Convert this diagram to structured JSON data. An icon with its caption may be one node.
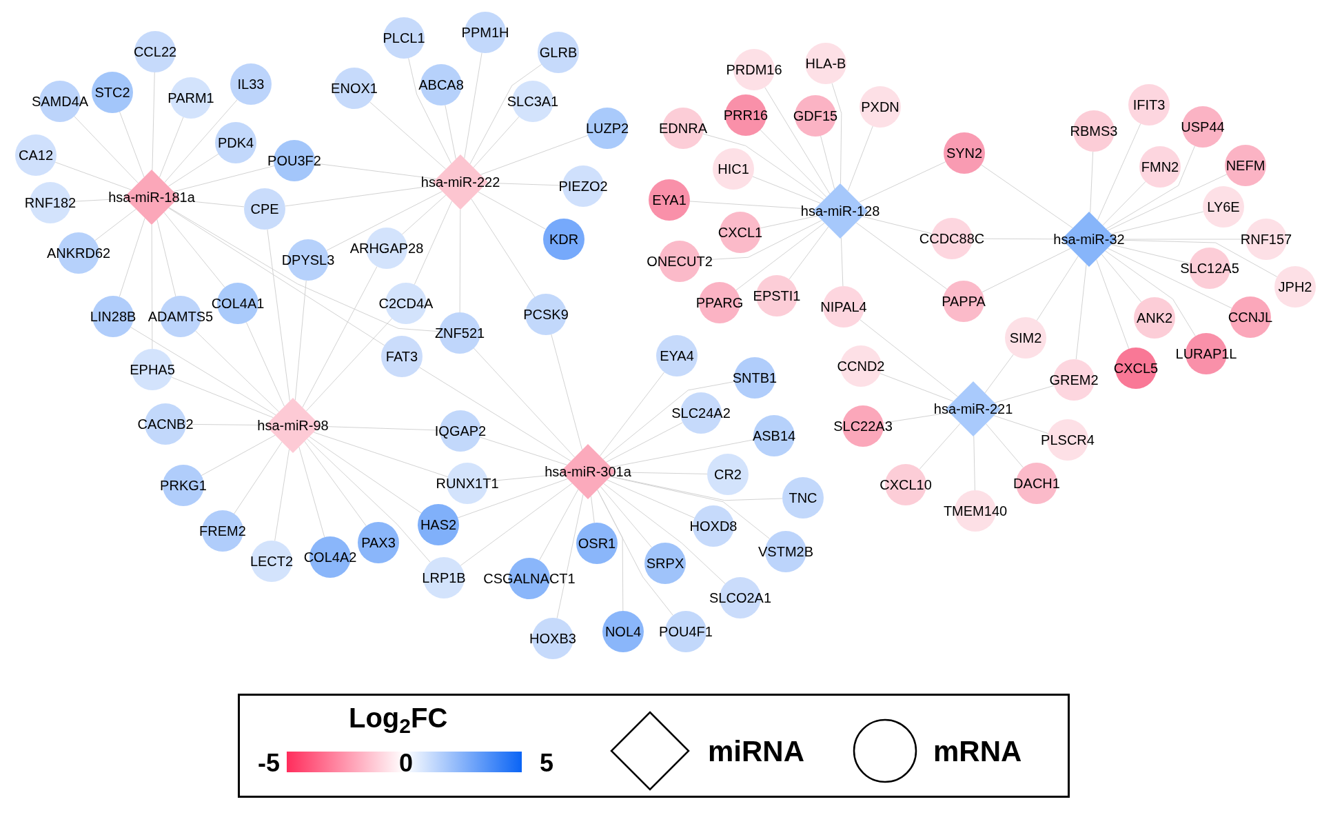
{
  "diagram": {
    "nodes": [
      {
        "text": [
          "hsa-miR-181a"
        ]
      },
      {
        "text": [
          "CCL22"
        ]
      },
      {
        "text": [
          "SAMD4A"
        ]
      },
      {
        "text": [
          "STC2"
        ]
      },
      {
        "text": [
          "PARM1"
        ]
      },
      {
        "text": [
          "IL33"
        ]
      },
      {
        "text": [
          "PDK4"
        ]
      },
      {
        "text": [
          "POU3F2"
        ]
      },
      {
        "text": [
          "CA12"
        ]
      },
      {
        "text": [
          "RNF182"
        ]
      },
      {
        "text": [
          "CPE"
        ]
      },
      {
        "text": [
          "ANKRD62"
        ]
      },
      {
        "text": [
          "LIN28B"
        ]
      },
      {
        "text": [
          "ADAMTS5"
        ]
      },
      {
        "text": [
          "COL4A1"
        ]
      },
      {
        "text": [
          "EPHA5"
        ]
      },
      {
        "text": [
          "hsa-miR-222"
        ]
      },
      {
        "text": [
          "PLCL1"
        ]
      },
      {
        "text": [
          "PPM1H"
        ]
      },
      {
        "text": [
          "ENOX1"
        ]
      },
      {
        "text": [
          "ABCA8"
        ]
      },
      {
        "text": [
          "GLRB"
        ]
      },
      {
        "text": [
          "SLC3A1"
        ]
      },
      {
        "text": [
          "LUZP2"
        ]
      },
      {
        "text": [
          "PIEZO2"
        ]
      },
      {
        "text": [
          "KDR"
        ]
      },
      {
        "text": [
          "DPYSL3"
        ]
      },
      {
        "text": [
          "ARHGAP28"
        ]
      },
      {
        "text": [
          "C2CD4A"
        ]
      },
      {
        "text": [
          "ZNF521"
        ]
      },
      {
        "text": [
          "FAT3"
        ]
      },
      {
        "text": [
          "PCSK9"
        ]
      },
      {
        "text": [
          "hsa-miR-98"
        ]
      },
      {
        "text": [
          "CACNB2"
        ]
      },
      {
        "text": [
          "PRKG1"
        ]
      },
      {
        "text": [
          "FREM2"
        ]
      },
      {
        "text": [
          "LECT2"
        ]
      },
      {
        "text": [
          "COL4A2"
        ]
      },
      {
        "text": [
          "PAX3"
        ]
      },
      {
        "text": [
          "IQGAP2"
        ]
      },
      {
        "text": [
          "RUNX1T1"
        ]
      },
      {
        "text": [
          "HAS2"
        ]
      },
      {
        "text": [
          "LRP1B"
        ]
      },
      {
        "text": [
          "hsa-miR-301a"
        ]
      },
      {
        "text": [
          "EYA4"
        ]
      },
      {
        "text": [
          "SNTB1"
        ]
      },
      {
        "text": [
          "SLC24A2"
        ]
      },
      {
        "text": [
          "ASB14"
        ]
      },
      {
        "text": [
          "CR2"
        ]
      },
      {
        "text": [
          "TNC"
        ]
      },
      {
        "text": [
          "HOXD8"
        ]
      },
      {
        "text": [
          "VSTM2B"
        ]
      },
      {
        "text": [
          "CSGALNACT1"
        ]
      },
      {
        "text": [
          "OSR1"
        ]
      },
      {
        "text": [
          "SRPX"
        ]
      },
      {
        "text": [
          "SLCO2A1"
        ]
      },
      {
        "text": [
          "HOXB3"
        ]
      },
      {
        "text": [
          "NOL4"
        ]
      },
      {
        "text": [
          "POU4F1"
        ]
      },
      {
        "text": [
          "hsa-miR-128"
        ]
      },
      {
        "text": [
          "PRDM16"
        ]
      },
      {
        "text": [
          "HLA-B"
        ]
      },
      {
        "text": [
          "PRR16"
        ]
      },
      {
        "text": [
          "GDF15"
        ]
      },
      {
        "text": [
          "PXDN"
        ]
      },
      {
        "text": [
          "EDNRA"
        ]
      },
      {
        "text": [
          "HIC1"
        ]
      },
      {
        "text": [
          "SYN2"
        ]
      },
      {
        "text": [
          "EYA1"
        ]
      },
      {
        "text": [
          "CXCL1"
        ]
      },
      {
        "text": [
          "ONECUT2"
        ]
      },
      {
        "text": [
          "CCDC88C"
        ]
      },
      {
        "text": [
          "PPARG"
        ]
      },
      {
        "text": [
          "EPSTI1"
        ]
      },
      {
        "text": [
          "NIPAL4"
        ]
      },
      {
        "text": [
          "PAPPA"
        ]
      },
      {
        "text": [
          "hsa-miR-32"
        ]
      },
      {
        "text": [
          "RBMS3"
        ]
      },
      {
        "text": [
          "IFIT3"
        ]
      },
      {
        "text": [
          "USP44"
        ]
      },
      {
        "text": [
          "FMN2"
        ]
      },
      {
        "text": [
          "NEFM"
        ]
      },
      {
        "text": [
          "LY6E"
        ]
      },
      {
        "text": [
          "RNF157"
        ]
      },
      {
        "text": [
          "SLC12A5"
        ]
      },
      {
        "text": [
          "JPH2"
        ]
      },
      {
        "text": [
          "ANK2"
        ]
      },
      {
        "text": [
          "CCNJL"
        ]
      },
      {
        "text": [
          "SIM2"
        ]
      },
      {
        "text": [
          "LURAP1L"
        ]
      },
      {
        "text": [
          "CXCL5"
        ]
      },
      {
        "text": [
          "GREM2"
        ]
      },
      {
        "text": [
          "hsa-miR-221"
        ]
      },
      {
        "text": [
          "CCND2"
        ]
      },
      {
        "text": [
          "SLC22A3"
        ]
      },
      {
        "text": [
          "PLSCR4"
        ]
      },
      {
        "text": [
          "CXCL10"
        ]
      },
      {
        "text": [
          "DACH1"
        ]
      },
      {
        "text": [
          "TMEM140"
        ]
      }
    ],
    "edges": [
      {
        "from": 0,
        "to": 1,
        "arrow": "none"
      },
      {
        "from": 0,
        "to": 2,
        "arrow": "none"
      },
      {
        "from": 0,
        "to": 3,
        "arrow": "none"
      },
      {
        "from": 0,
        "to": 4,
        "arrow": "none"
      },
      {
        "from": 0,
        "to": 5,
        "arrow": "none"
      },
      {
        "from": 0,
        "to": 6,
        "arrow": "none"
      },
      {
        "from": 0,
        "to": 7,
        "arrow": "none"
      },
      {
        "from": 0,
        "to": 8,
        "arrow": "none"
      },
      {
        "from": 0,
        "to": 9,
        "arrow": "none"
      },
      {
        "from": 0,
        "to": 10,
        "arrow": "none"
      },
      {
        "from": 0,
        "to": 11,
        "arrow": "none"
      },
      {
        "from": 0,
        "to": 12,
        "arrow": "none"
      },
      {
        "from": 0,
        "to": 13,
        "arrow": "none"
      },
      {
        "from": 0,
        "to": 14,
        "arrow": "none"
      },
      {
        "from": 0,
        "to": 15,
        "arrow": "none"
      },
      {
        "from": 0,
        "to": 30,
        "arrow": "none"
      },
      {
        "from": 0,
        "to": 29,
        "arrow": "none"
      },
      {
        "from": 16,
        "to": 17,
        "arrow": "none"
      },
      {
        "from": 16,
        "to": 18,
        "arrow": "none"
      },
      {
        "from": 16,
        "to": 19,
        "arrow": "none"
      },
      {
        "from": 16,
        "to": 20,
        "arrow": "none"
      },
      {
        "from": 16,
        "to": 21,
        "arrow": "none"
      },
      {
        "from": 16,
        "to": 22,
        "arrow": "none"
      },
      {
        "from": 16,
        "to": 23,
        "arrow": "none"
      },
      {
        "from": 16,
        "to": 24,
        "arrow": "none"
      },
      {
        "from": 16,
        "to": 25,
        "arrow": "none"
      },
      {
        "from": 16,
        "to": 31,
        "arrow": "none"
      },
      {
        "from": 16,
        "to": 29,
        "arrow": "none"
      },
      {
        "from": 16,
        "to": 28,
        "arrow": "none"
      },
      {
        "from": 16,
        "to": 27,
        "arrow": "none"
      },
      {
        "from": 16,
        "to": 26,
        "arrow": "none"
      },
      {
        "from": 16,
        "to": 10,
        "arrow": "none"
      },
      {
        "from": 16,
        "to": 7,
        "arrow": "none"
      },
      {
        "from": 32,
        "to": 12,
        "arrow": "none"
      },
      {
        "from": 32,
        "to": 13,
        "arrow": "none"
      },
      {
        "from": 32,
        "to": 14,
        "arrow": "none"
      },
      {
        "from": 32,
        "to": 15,
        "arrow": "none"
      },
      {
        "from": 32,
        "to": 10,
        "arrow": "none"
      },
      {
        "from": 32,
        "to": 26,
        "arrow": "none"
      },
      {
        "from": 32,
        "to": 27,
        "arrow": "none"
      },
      {
        "from": 32,
        "to": 28,
        "arrow": "none"
      },
      {
        "from": 32,
        "to": 33,
        "arrow": "none"
      },
      {
        "from": 32,
        "to": 34,
        "arrow": "none"
      },
      {
        "from": 32,
        "to": 35,
        "arrow": "none"
      },
      {
        "from": 32,
        "to": 36,
        "arrow": "none"
      },
      {
        "from": 32,
        "to": 37,
        "arrow": "none"
      },
      {
        "from": 32,
        "to": 38,
        "arrow": "none"
      },
      {
        "from": 32,
        "to": 39,
        "arrow": "none"
      },
      {
        "from": 32,
        "to": 40,
        "arrow": "none"
      },
      {
        "from": 32,
        "to": 41,
        "arrow": "none"
      },
      {
        "from": 32,
        "to": 42,
        "arrow": "none"
      },
      {
        "from": 43,
        "to": 31,
        "arrow": "none"
      },
      {
        "from": 43,
        "to": 29,
        "arrow": "none"
      },
      {
        "from": 43,
        "to": 30,
        "arrow": "none"
      },
      {
        "from": 43,
        "to": 39,
        "arrow": "none"
      },
      {
        "from": 43,
        "to": 40,
        "arrow": "none"
      },
      {
        "from": 43,
        "to": 41,
        "arrow": "none"
      },
      {
        "from": 43,
        "to": 42,
        "arrow": "none"
      },
      {
        "from": 43,
        "to": 52,
        "arrow": "none"
      },
      {
        "from": 43,
        "to": 56,
        "arrow": "none"
      },
      {
        "from": 43,
        "to": 53,
        "arrow": "none"
      },
      {
        "from": 43,
        "to": 57,
        "arrow": "none"
      },
      {
        "from": 43,
        "to": 54,
        "arrow": "none"
      },
      {
        "from": 43,
        "to": 58,
        "arrow": "none"
      },
      {
        "from": 43,
        "to": 55,
        "arrow": "none"
      },
      {
        "from": 43,
        "to": 50,
        "arrow": "none"
      },
      {
        "from": 43,
        "to": 51,
        "arrow": "none"
      },
      {
        "from": 43,
        "to": 49,
        "arrow": "none"
      },
      {
        "from": 43,
        "to": 48,
        "arrow": "none"
      },
      {
        "from": 43,
        "to": 47,
        "arrow": "none"
      },
      {
        "from": 43,
        "to": 46,
        "arrow": "none"
      },
      {
        "from": 43,
        "to": 45,
        "arrow": "none"
      },
      {
        "from": 43,
        "to": 44,
        "arrow": "none"
      },
      {
        "from": 59,
        "to": 60,
        "arrow": "none"
      },
      {
        "from": 59,
        "to": 61,
        "arrow": "none"
      },
      {
        "from": 59,
        "to": 62,
        "arrow": "none"
      },
      {
        "from": 59,
        "to": 63,
        "arrow": "none"
      },
      {
        "from": 59,
        "to": 64,
        "arrow": "none"
      },
      {
        "from": 59,
        "to": 65,
        "arrow": "none"
      },
      {
        "from": 59,
        "to": 66,
        "arrow": "none"
      },
      {
        "from": 59,
        "to": 68,
        "arrow": "none"
      },
      {
        "from": 59,
        "to": 69,
        "arrow": "none"
      },
      {
        "from": 59,
        "to": 70,
        "arrow": "none"
      },
      {
        "from": 59,
        "to": 72,
        "arrow": "none"
      },
      {
        "from": 59,
        "to": 73,
        "arrow": "none"
      },
      {
        "from": 59,
        "to": 74,
        "arrow": "none"
      },
      {
        "from": 59,
        "to": 67,
        "arrow": "none"
      },
      {
        "from": 59,
        "to": 71,
        "arrow": "none"
      },
      {
        "from": 59,
        "to": 75,
        "arrow": "none"
      },
      {
        "from": 76,
        "to": 67,
        "arrow": "none"
      },
      {
        "from": 76,
        "to": 71,
        "arrow": "none"
      },
      {
        "from": 76,
        "to": 75,
        "arrow": "none"
      },
      {
        "from": 76,
        "to": 77,
        "arrow": "none"
      },
      {
        "from": 76,
        "to": 78,
        "arrow": "none"
      },
      {
        "from": 76,
        "to": 79,
        "arrow": "none"
      },
      {
        "from": 76,
        "to": 80,
        "arrow": "none"
      },
      {
        "from": 76,
        "to": 81,
        "arrow": "none"
      },
      {
        "from": 76,
        "to": 82,
        "arrow": "none"
      },
      {
        "from": 76,
        "to": 83,
        "arrow": "none"
      },
      {
        "from": 76,
        "to": 84,
        "arrow": "none"
      },
      {
        "from": 76,
        "to": 85,
        "arrow": "none"
      },
      {
        "from": 76,
        "to": 87,
        "arrow": "none"
      },
      {
        "from": 76,
        "to": 86,
        "arrow": "none"
      },
      {
        "from": 76,
        "to": 89,
        "arrow": "none"
      },
      {
        "from": 76,
        "to": 90,
        "arrow": "none"
      },
      {
        "from": 76,
        "to": 91,
        "arrow": "none"
      },
      {
        "from": 76,
        "to": 88,
        "arrow": "none"
      },
      {
        "from": 92,
        "to": 74,
        "arrow": "none"
      },
      {
        "from": 92,
        "to": 93,
        "arrow": "none"
      },
      {
        "from": 92,
        "to": 88,
        "arrow": "none"
      },
      {
        "from": 92,
        "to": 91,
        "arrow": "none"
      },
      {
        "from": 92,
        "to": 95,
        "arrow": "none"
      },
      {
        "from": 92,
        "to": 97,
        "arrow": "none"
      },
      {
        "from": 92,
        "to": 98,
        "arrow": "none"
      },
      {
        "from": 92,
        "to": 96,
        "arrow": "none"
      },
      {
        "from": 92,
        "to": 94,
        "arrow": "none"
      }
    ],
    "labels": [
      "Log$_{2}$FC",
      "-5",
      "0",
      "5"
    ],
    "legend": [
      {
        "text": "miRNA"
      },
      {
        "text": "mRNA"
      }
    ]
  }
}
